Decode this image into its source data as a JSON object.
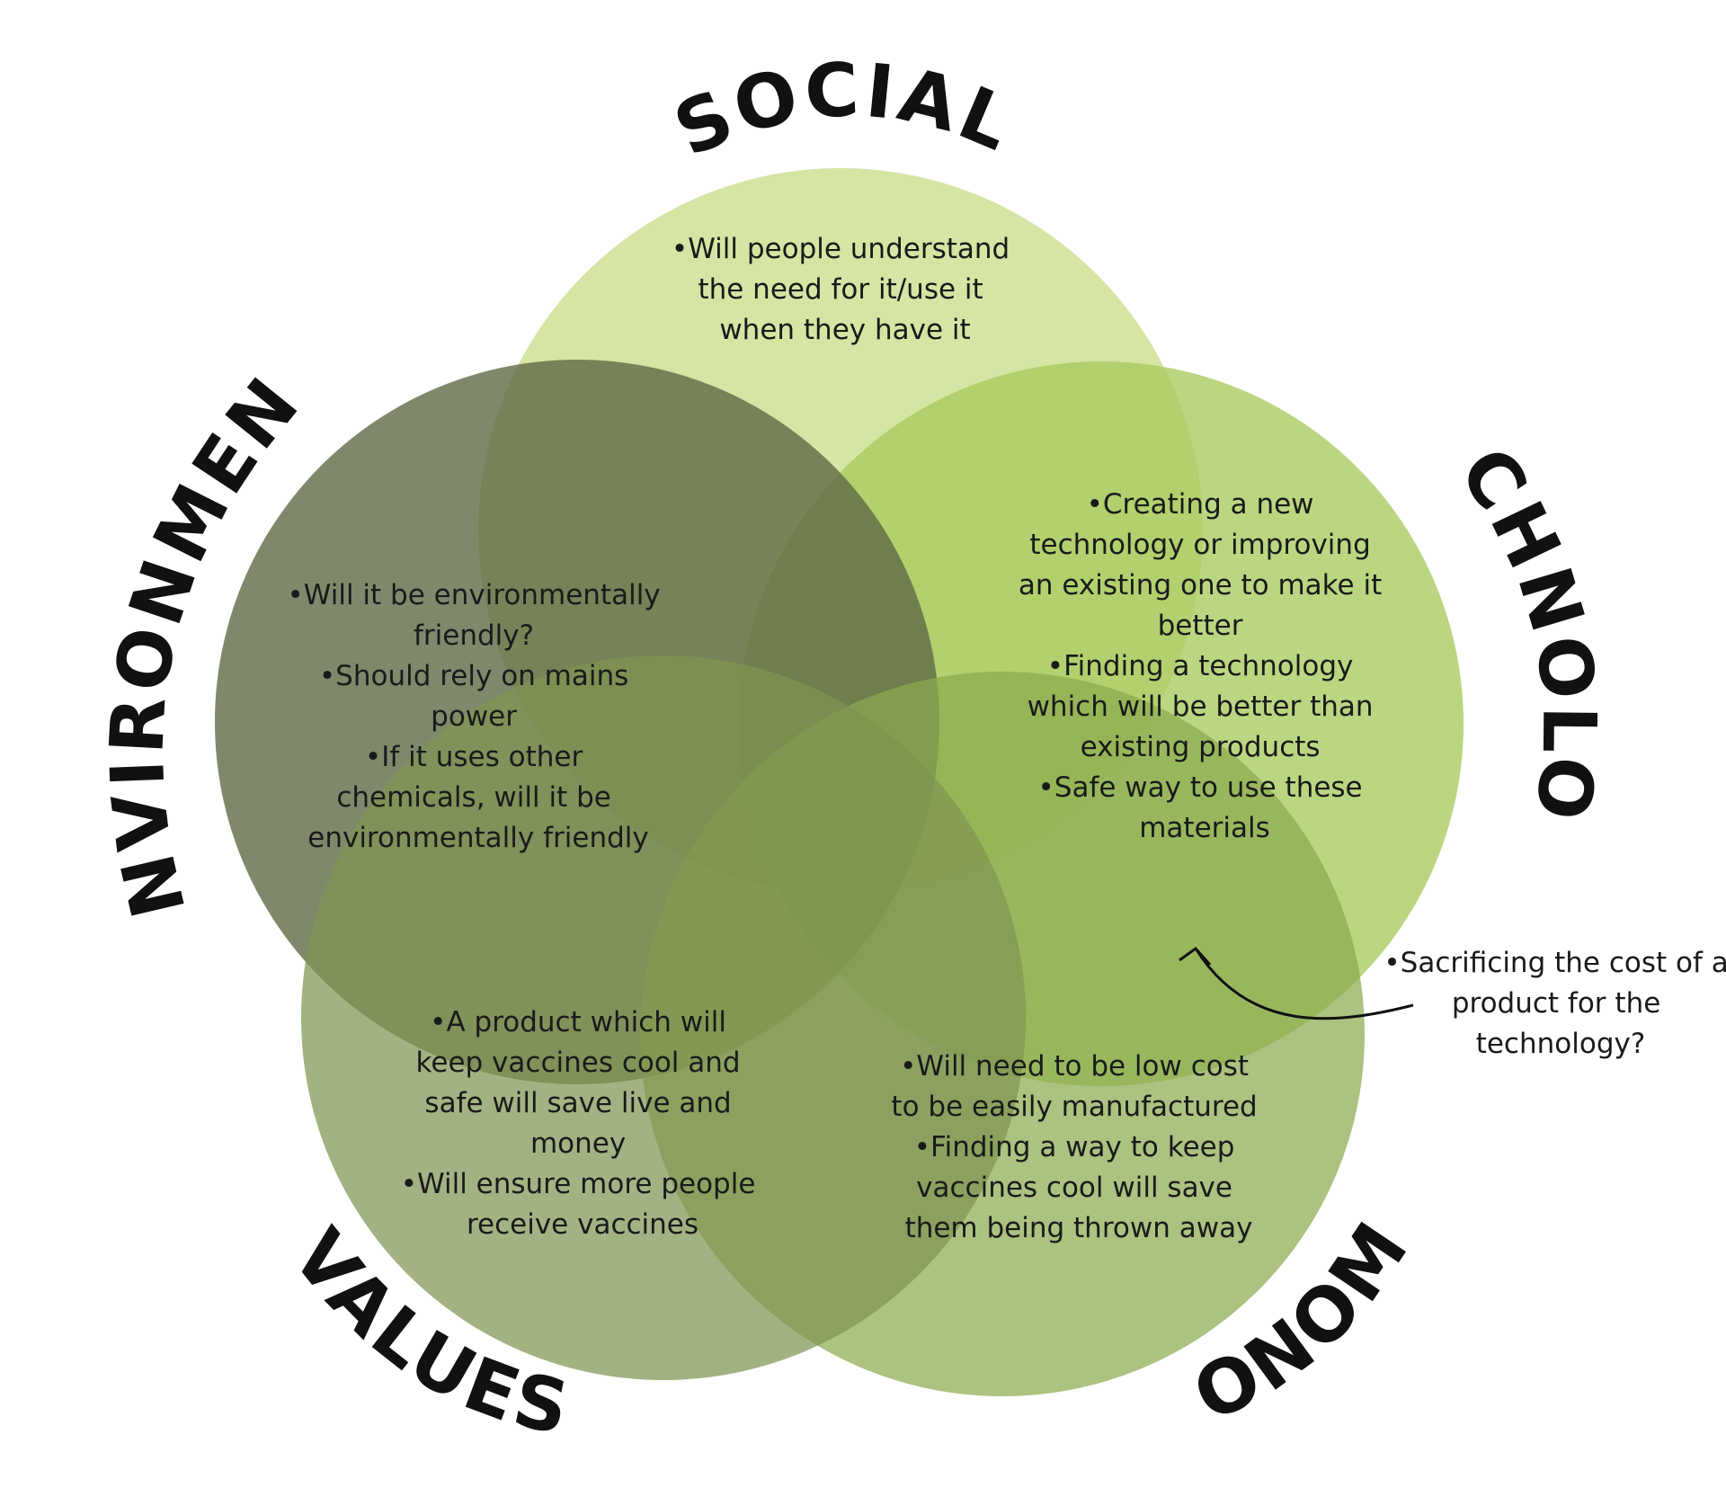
{
  "colors": {
    "social": "#cfe196",
    "technology": "#a8cb5e",
    "economic": "#8bab4f",
    "values": "#7f9452",
    "environment": "#5c6642"
  },
  "titles": {
    "social": "SOCIAL",
    "technology": "TECHNOLOGY",
    "economic": "ECONOMIC",
    "values": "VALUES",
    "environment": "ENVIRONMENT"
  },
  "sections": {
    "social": [
      "•Will people understand",
      "the need for it/use it",
      "when they have it"
    ],
    "technology": [
      "•Creating a new",
      "technology or improving",
      "an existing one to make it",
      "better",
      "•Finding a technology",
      "which will be better than",
      "existing products",
      "•Safe way to use these",
      "materials"
    ],
    "environment": [
      "•Will it be environmentally",
      "friendly?",
      "•Should rely on mains",
      "power",
      "•If it uses other",
      "chemicals, will it be",
      "environmentally friendly"
    ],
    "values": [
      "•A product which will",
      "keep vaccines cool and",
      "safe will save live and",
      "money",
      "•Will ensure more people",
      "receive vaccines"
    ],
    "economic": [
      "•Will need to be low cost",
      "to be easily manufactured",
      "•Finding a way to keep",
      "vaccines cool will save",
      "them being thrown away"
    ]
  },
  "note": [
    "•Sacrificing the cost of a",
    "product for the",
    "technology?"
  ]
}
